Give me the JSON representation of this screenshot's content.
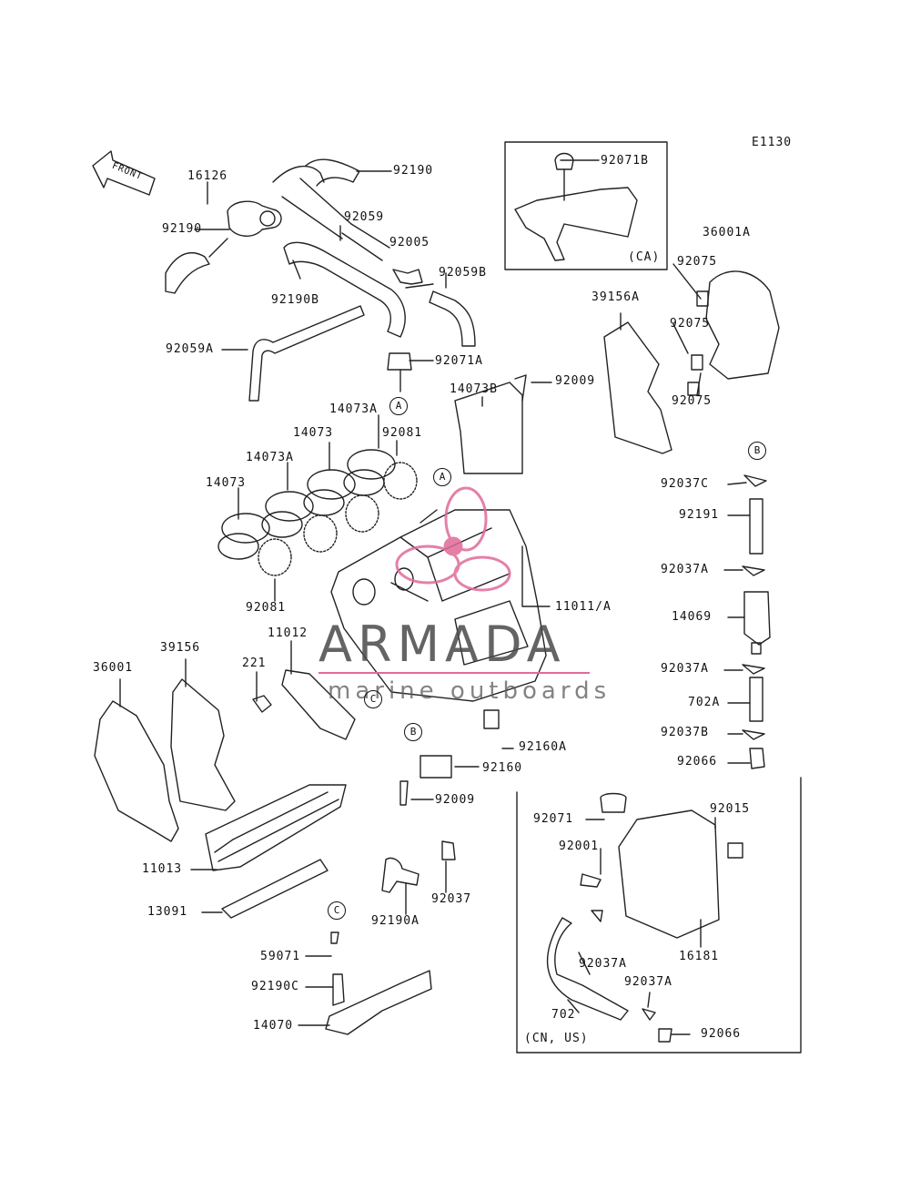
{
  "diagram_code": "E1130",
  "front_label": "FRONT",
  "watermark": {
    "title": "ARMADA",
    "subtitle": "marine outboards"
  },
  "part_labels": [
    {
      "id": "p16126",
      "text": "16126"
    },
    {
      "id": "p92190_top",
      "text": "92190"
    },
    {
      "id": "p92190_left",
      "text": "92190"
    },
    {
      "id": "p92059",
      "text": "92059"
    },
    {
      "id": "p92005",
      "text": "92005"
    },
    {
      "id": "p92059B",
      "text": "92059B"
    },
    {
      "id": "p92190B",
      "text": "92190B"
    },
    {
      "id": "p92059A",
      "text": "92059A"
    },
    {
      "id": "p92071A",
      "text": "92071A"
    },
    {
      "id": "p92071B",
      "text": "92071B"
    },
    {
      "id": "p36001A",
      "text": "36001A"
    },
    {
      "id": "p92075_a",
      "text": "92075"
    },
    {
      "id": "p92075_b",
      "text": "92075"
    },
    {
      "id": "p92075_c",
      "text": "92075"
    },
    {
      "id": "p39156A",
      "text": "39156A"
    },
    {
      "id": "p92009_top",
      "text": "92009"
    },
    {
      "id": "p14073B",
      "text": "14073B"
    },
    {
      "id": "p14073A_top",
      "text": "14073A"
    },
    {
      "id": "p92081_top",
      "text": "92081"
    },
    {
      "id": "p14073_mid",
      "text": "14073"
    },
    {
      "id": "p14073A_mid",
      "text": "14073A"
    },
    {
      "id": "p14073_left",
      "text": "14073"
    },
    {
      "id": "p92081_bot",
      "text": "92081"
    },
    {
      "id": "p11011A",
      "text": "11011/A"
    },
    {
      "id": "p92037C",
      "text": "92037C"
    },
    {
      "id": "p92191",
      "text": "92191"
    },
    {
      "id": "p92037A_1",
      "text": "92037A"
    },
    {
      "id": "p14069",
      "text": "14069"
    },
    {
      "id": "p92037A_2",
      "text": "92037A"
    },
    {
      "id": "p702A",
      "text": "702A"
    },
    {
      "id": "p92037B",
      "text": "92037B"
    },
    {
      "id": "p92066_r",
      "text": "92066"
    },
    {
      "id": "p36001",
      "text": "36001"
    },
    {
      "id": "p39156",
      "text": "39156"
    },
    {
      "id": "p11012",
      "text": "11012"
    },
    {
      "id": "p221",
      "text": "221"
    },
    {
      "id": "p92160A",
      "text": "92160A"
    },
    {
      "id": "p92160",
      "text": "92160"
    },
    {
      "id": "p92009_bot",
      "text": "92009"
    },
    {
      "id": "p92015",
      "text": "92015"
    },
    {
      "id": "p92071",
      "text": "92071"
    },
    {
      "id": "p92001",
      "text": "92001"
    },
    {
      "id": "p11013",
      "text": "11013"
    },
    {
      "id": "p13091",
      "text": "13091"
    },
    {
      "id": "p92037",
      "text": "92037"
    },
    {
      "id": "p92190A",
      "text": "92190A"
    },
    {
      "id": "p59071",
      "text": "59071"
    },
    {
      "id": "p92190C",
      "text": "92190C"
    },
    {
      "id": "p14070",
      "text": "14070"
    },
    {
      "id": "p92037A_3",
      "text": "92037A"
    },
    {
      "id": "p92037A_4",
      "text": "92037A"
    },
    {
      "id": "p16181",
      "text": "16181"
    },
    {
      "id": "p702",
      "text": "702"
    },
    {
      "id": "p92066_b",
      "text": "92066"
    }
  ],
  "callouts": [
    {
      "id": "cA_top",
      "text": "A"
    },
    {
      "id": "cA_mid",
      "text": "A"
    },
    {
      "id": "cB_right",
      "text": "B"
    },
    {
      "id": "cB_mid",
      "text": "B"
    },
    {
      "id": "cC_mid",
      "text": "C"
    },
    {
      "id": "cC_low",
      "text": "C"
    }
  ],
  "region_notes": {
    "ca": "(CA)",
    "cn_us": "(CN, US)"
  }
}
